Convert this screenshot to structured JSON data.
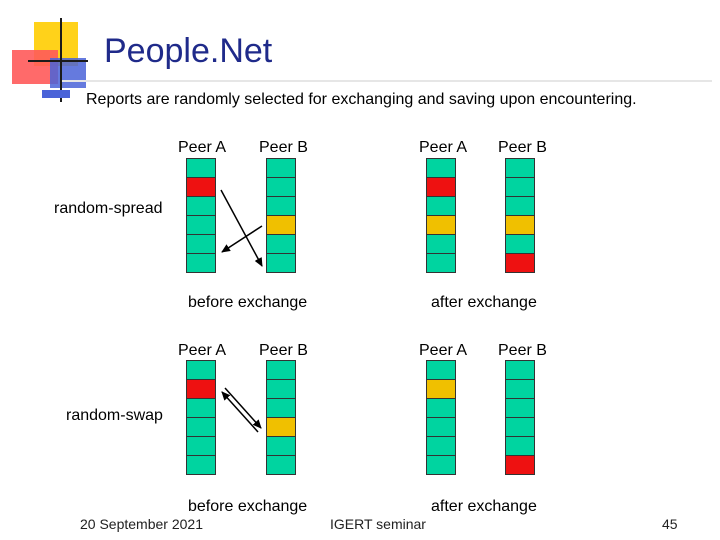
{
  "slide": {
    "title": "People.Net",
    "intro": "Reports are randomly selected for exchanging and saving upon encountering.",
    "footer_left": "20 September 2021",
    "footer_center": "IGERT seminar",
    "page_number": "45"
  },
  "colors": {
    "title": "#1f2a8a",
    "cell_default": "#00d4a0",
    "cell_red": "#ee1111",
    "cell_yellow": "#f0c000",
    "deco_yellow": "#ffd21a",
    "deco_red": "#ff5a5a",
    "deco_blue": "#4a63d8"
  },
  "sections": [
    {
      "label": "random-spread",
      "before": {
        "caption": "before exchange",
        "peer_a": {
          "label": "Peer A",
          "cells": [
            "green",
            "red",
            "green",
            "green",
            "green",
            "green"
          ]
        },
        "peer_b": {
          "label": "Peer B",
          "cells": [
            "green",
            "green",
            "green",
            "yellow",
            "green",
            "green"
          ]
        }
      },
      "after": {
        "caption": "after exchange",
        "peer_a": {
          "label": "Peer A",
          "cells": [
            "green",
            "red",
            "green",
            "yellow",
            "green",
            "green"
          ]
        },
        "peer_b": {
          "label": "Peer B",
          "cells": [
            "green",
            "green",
            "green",
            "yellow",
            "green",
            "red"
          ]
        }
      }
    },
    {
      "label": "random-swap",
      "before": {
        "caption": "before exchange",
        "peer_a": {
          "label": "Peer A",
          "cells": [
            "green",
            "red",
            "green",
            "green",
            "green",
            "green"
          ]
        },
        "peer_b": {
          "label": "Peer B",
          "cells": [
            "green",
            "green",
            "green",
            "yellow",
            "green",
            "green"
          ]
        }
      },
      "after": {
        "caption": "after exchange",
        "peer_a": {
          "label": "Peer A",
          "cells": [
            "green",
            "yellow",
            "green",
            "green",
            "green",
            "green"
          ]
        },
        "peer_b": {
          "label": "Peer B",
          "cells": [
            "green",
            "green",
            "green",
            "green",
            "green",
            "red"
          ]
        }
      }
    }
  ]
}
